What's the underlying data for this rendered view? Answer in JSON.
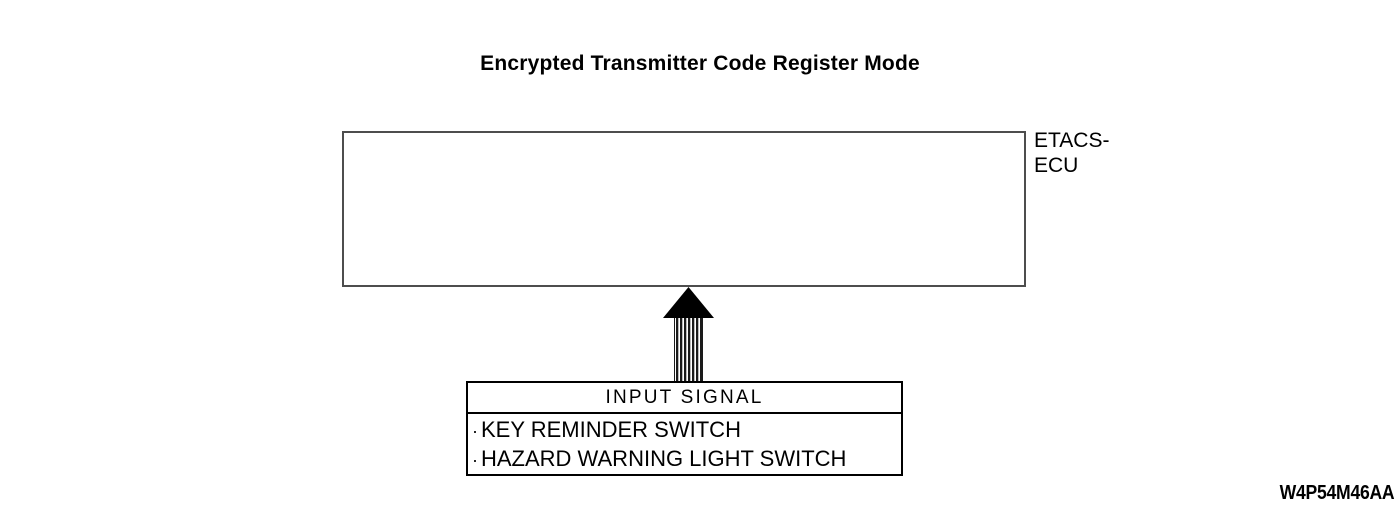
{
  "diagram": {
    "title": "Encrypted Transmitter Code Register Mode",
    "figure_code": "W4P54M46AA",
    "ecu": {
      "label_line1": "ETACS-",
      "label_line2": "ECU",
      "border_color": "#4d4d4d",
      "fill_color": "#ffffff"
    },
    "arrow": {
      "name": "upward-striped-arrow",
      "direction": "up",
      "head_color": "#000000",
      "shaft_style": "vertical-stripes"
    },
    "input_signal": {
      "header": "INPUT SIGNAL",
      "items": [
        {
          "bullet": "·",
          "label": "KEY REMINDER SWITCH"
        },
        {
          "bullet": "·",
          "label": "HAZARD WARNING LIGHT SWITCH"
        }
      ],
      "border_color": "#000000",
      "fill_color": "#ffffff"
    }
  }
}
